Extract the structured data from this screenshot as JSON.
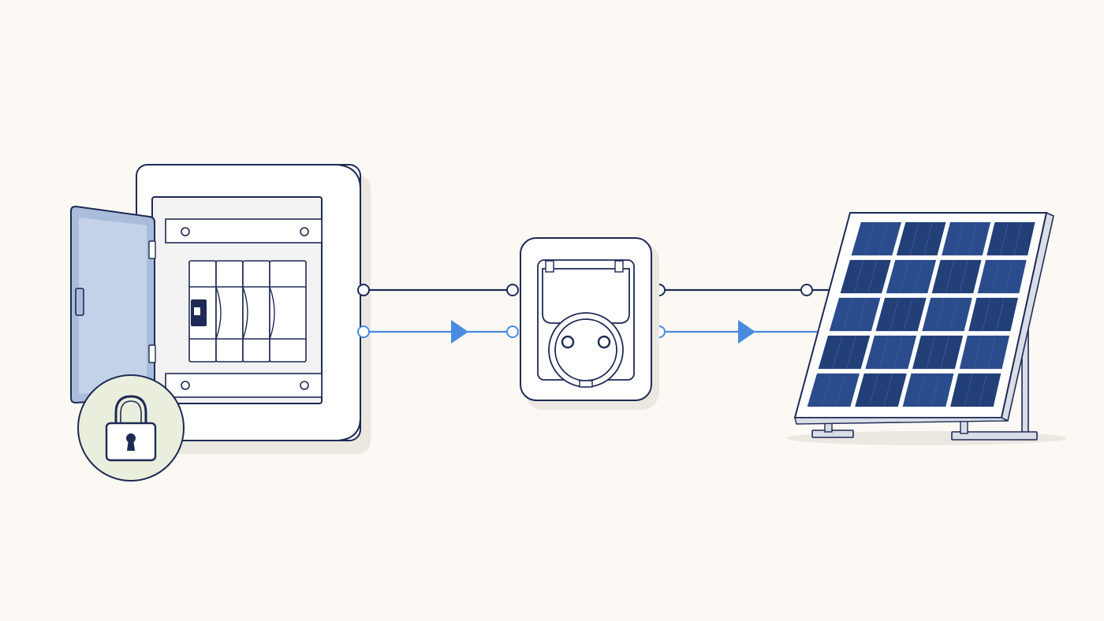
{
  "colors": {
    "background": "#fcf9f5",
    "outline": "#1e2a55",
    "panel_fill": "#ffffff",
    "inner_fill": "#f2f2f2",
    "door_fill": "#a9bddb",
    "door_fill_light": "#c3d2e8",
    "flow_blue": "#4a8be0",
    "solar_cell": "#2b4c8c",
    "solar_cell_dark": "#223f78",
    "lock_badge": "#e9efdc",
    "frame_gray": "#d9dde6",
    "shadow": "#ebe7e1"
  },
  "icons": {
    "breaker_box": "breaker-box-icon",
    "lock": "padlock-icon",
    "socket": "schuko-socket-icon",
    "solar_panel": "solar-panel-icon",
    "flow_arrow": "triangle-arrow-icon"
  },
  "diagram": {
    "nodes": [
      "distribution-board",
      "wall-socket",
      "solar-panel"
    ],
    "connections": [
      {
        "from": "distribution-board",
        "to": "wall-socket",
        "kind": "wire"
      },
      {
        "from": "wall-socket",
        "to": "solar-panel",
        "kind": "wire"
      },
      {
        "from": "distribution-board",
        "to": "wall-socket",
        "kind": "power-flow"
      },
      {
        "from": "wall-socket",
        "to": "solar-panel",
        "kind": "power-flow"
      }
    ],
    "solar_grid": {
      "rows": 5,
      "cols": 4
    },
    "breaker_modules": 4,
    "locked": true
  }
}
